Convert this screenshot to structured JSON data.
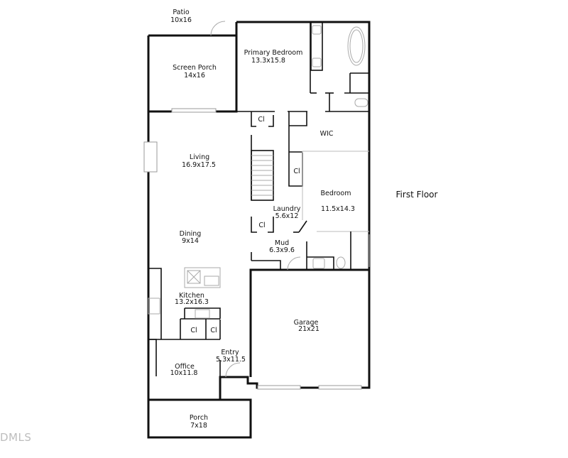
{
  "plan": {
    "floor_title": "First Floor",
    "watermark": "DMLS",
    "rooms": [
      {
        "id": "patio",
        "name": "Patio",
        "dims": "10x16"
      },
      {
        "id": "screen_porch",
        "name": "Screen Porch",
        "dims": "14x16"
      },
      {
        "id": "primary_bedroom",
        "name": "Primary Bedroom",
        "dims": "13.3x15.8"
      },
      {
        "id": "wic",
        "name": "WIC",
        "dims": ""
      },
      {
        "id": "living",
        "name": "Living",
        "dims": "16.9x17.5"
      },
      {
        "id": "bedroom",
        "name": "Bedroom",
        "dims": "11.5x14.3"
      },
      {
        "id": "laundry",
        "name": "Laundry",
        "dims": "5.6x12"
      },
      {
        "id": "dining",
        "name": "Dining",
        "dims": "9x14"
      },
      {
        "id": "mud",
        "name": "Mud",
        "dims": "6.3x9.6"
      },
      {
        "id": "kitchen",
        "name": "Kitchen",
        "dims": "13.2x16.3"
      },
      {
        "id": "garage",
        "name": "Garage",
        "dims": "21x21"
      },
      {
        "id": "entry",
        "name": "Entry",
        "dims": "5.3x11.5"
      },
      {
        "id": "office",
        "name": "Office",
        "dims": "10x11.8"
      },
      {
        "id": "porch",
        "name": "Porch",
        "dims": "7x18"
      }
    ],
    "closets": [
      "Cl",
      "Cl",
      "Cl",
      "Cl",
      "Cl"
    ]
  }
}
